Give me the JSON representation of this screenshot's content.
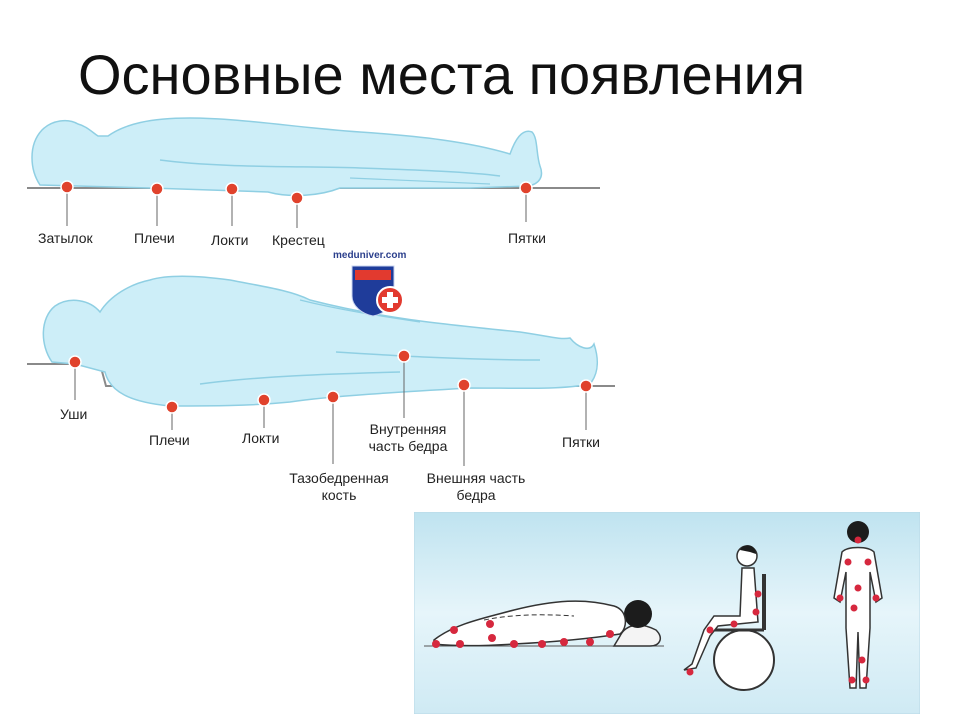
{
  "title": "Основные места появления",
  "watermark": "meduniver.com",
  "supine": {
    "labels": [
      "Затылок",
      "Плечи",
      "Локти",
      "Крестец",
      "Пятки"
    ]
  },
  "lateral": {
    "labels": [
      "Уши",
      "Плечи",
      "Локти",
      "Тазобедренная кость",
      "Внутренняя часть бедра",
      "Внешняя часть бедра",
      "Пятки"
    ]
  },
  "colors": {
    "body_fill": "#cdeef8",
    "body_stroke": "#8fcfe3",
    "marker": "#e0422c",
    "bed_line": "#8a8a8a",
    "photo_bg": "#d3edf6"
  }
}
